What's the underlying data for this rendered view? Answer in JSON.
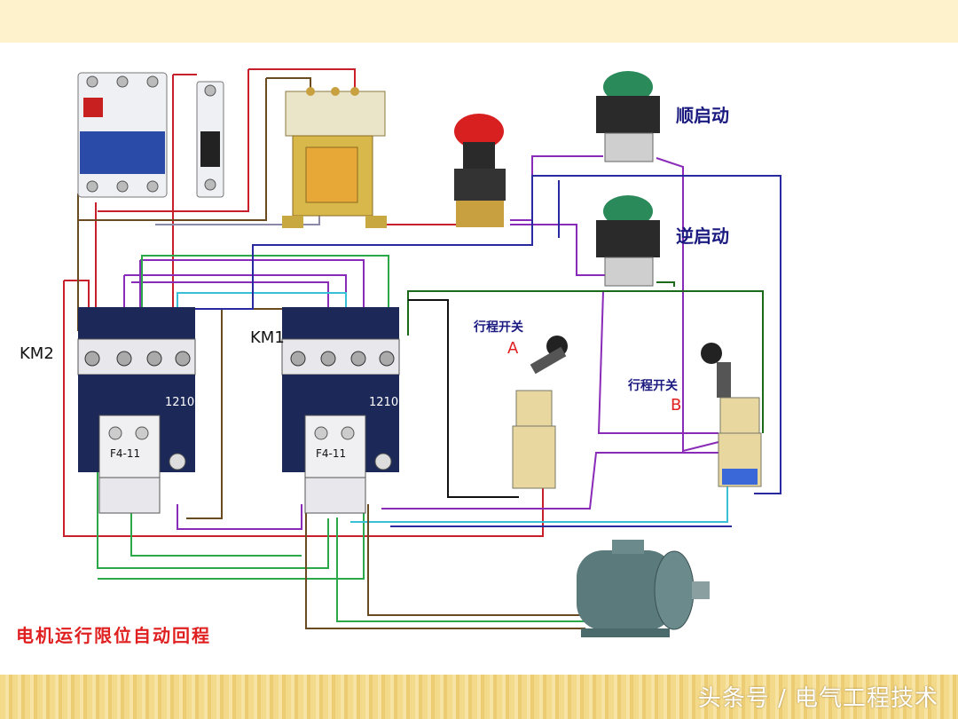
{
  "labels": {
    "km2": "KM2",
    "km1": "KM1",
    "forward_start": "顺启动",
    "reverse_start": "逆启动",
    "limit_switch_a": "行程开关",
    "limit_switch_a_letter": "A",
    "limit_switch_b": "行程开关",
    "limit_switch_b_letter": "B",
    "contactor_model": "1210",
    "aux_block_model": "F4-11",
    "title": "电机运行限位自动回程"
  },
  "watermark": "头条号 / 电气工程技术",
  "colors": {
    "top_band": "#fdf2cc",
    "bottom_band": "#f3d98a",
    "wire_red": "#c8202a",
    "wire_green": "#2aa84a",
    "wire_purple": "#8a2ab8",
    "wire_blue": "#2a2aa0",
    "wire_cyan": "#38c0d8",
    "wire_brown": "#6a4a20",
    "wire_darkgreen": "#1a6a1a",
    "wire_black": "#111111",
    "title_red": "#e02020"
  }
}
